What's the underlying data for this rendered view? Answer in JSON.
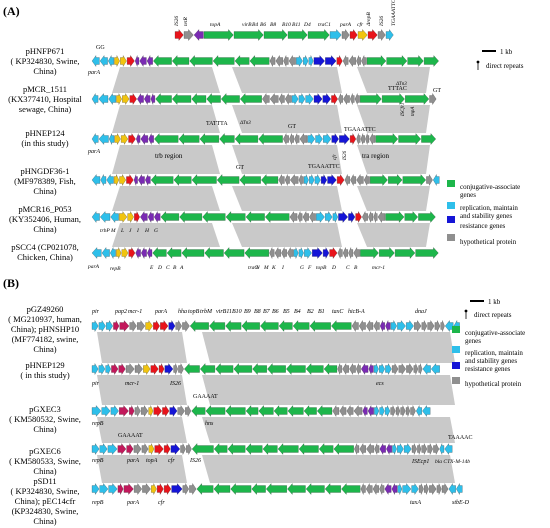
{
  "colors": {
    "conjugative": "#1db64b",
    "replication": "#2ebfea",
    "resistance": "#1515d6",
    "hypothetical": "#8f8f8f",
    "shade": "#c9c9c9",
    "red": "#e8141b",
    "yellow": "#f1c40f",
    "purple": "#7a2bb3",
    "magenta": "#c2185b",
    "orange": "#f08a24"
  },
  "panelA": {
    "label": "(A)",
    "scale_label": "1 kb",
    "repeat_label": "direct repeats",
    "legend": [
      {
        "label": "conjugative-associate genes",
        "color": "conjugative"
      },
      {
        "label": "replication, maintain and stability genes",
        "color": "replication"
      },
      {
        "label": "resistance genes",
        "color": "resistance"
      },
      {
        "label": "hypothetical protein",
        "color": "hypothetical"
      }
    ],
    "plasmids": [
      {
        "name": "pHNFP671",
        "lines": [
          "pHNFP671",
          "( KP324830, Swine,",
          "China)"
        ]
      },
      {
        "name": "pMCR_1511",
        "lines": [
          "pMCR_1511",
          "(KX377410, Hospital",
          "sewage, China)"
        ]
      },
      {
        "name": "pHNEP124",
        "lines": [
          "pHNEP124",
          "(in this study)"
        ]
      },
      {
        "name": "pHNGDF36-1",
        "lines": [
          "pHNGDF36-1",
          "(MF978389, Fish,",
          "China)"
        ]
      },
      {
        "name": "pMCR16_P053",
        "lines": [
          "pMCR16_P053",
          "(KY352406, Human,",
          "China)"
        ]
      },
      {
        "name": "pSCC4",
        "lines": [
          "pSCC4 (CP021078,",
          "Chicken, China)"
        ]
      }
    ],
    "top_genes": [
      "IS26",
      "tetR",
      "topA",
      "virB",
      "B4",
      "B6",
      "B8",
      "B10",
      "B11",
      "D4",
      "traC1",
      "parA",
      "cfr",
      "ΔrepB",
      "IS26",
      "TGAAATTC"
    ],
    "row1_labels": [
      "parA",
      "GG"
    ],
    "row2_labels": [
      "TTTAC",
      "ΔTn3",
      "GT",
      "ISCfr1",
      "tnpA"
    ],
    "row3_labels": [
      "parA",
      "trb region",
      "TATTTA",
      "ΔTn3",
      "GT",
      "TGAAATTC",
      "tra region",
      "cfr",
      "IS26"
    ],
    "row4_labels": [
      "GT",
      "TGAAATTC"
    ],
    "row6_labels": [
      "trbP",
      "M",
      "L",
      "J",
      "I",
      "H",
      "G",
      "parA",
      "repB",
      "E",
      "D",
      "C",
      "B",
      "A",
      "traO",
      "N",
      "M",
      "K",
      "I",
      "G",
      "F",
      "topB",
      "D",
      "C",
      "B",
      "mcr-1"
    ]
  },
  "panelB": {
    "label": "(B)",
    "scale_label": "1 kb",
    "repeat_label": "direct repeats",
    "legend": [
      {
        "label": "conjugative-associate genes",
        "color": "conjugative"
      },
      {
        "label": "replication, maintain and stability genes",
        "color": "replication"
      },
      {
        "label": "resistance genes",
        "color": "resistance"
      },
      {
        "label": "hypothetical protein",
        "color": "hypothetical"
      }
    ],
    "plasmids": [
      {
        "name": "pGZ49260",
        "lines": [
          "pGZ49260",
          "( MG210937, human,",
          "China); pHNSHP10",
          "(MF774182, swine,",
          "China)"
        ]
      },
      {
        "name": "pHNEP129",
        "lines": [
          "pHNEP129",
          "( in this study)"
        ]
      },
      {
        "name": "pGXEC3",
        "lines": [
          "pGXEC3",
          "( KM580532, Swine,",
          "China)"
        ]
      },
      {
        "name": "pGXEC6",
        "lines": [
          "pGXEC6",
          "( KM580533, Swine,",
          "China)"
        ]
      },
      {
        "name": "pSD11",
        "lines": [
          "pSD11",
          "( KP324830, Swine,",
          "China); pEC14cfr",
          "(KP324830, Swine,",
          "China)"
        ]
      }
    ],
    "top_genes": [
      "pir",
      "pap2",
      "mcr-1",
      "parA",
      "hha",
      "topB",
      "trbM",
      "virB11",
      "B10",
      "B9",
      "B8",
      "B7",
      "B6",
      "B5",
      "B4",
      "B2",
      "B1",
      "taxC",
      "hicB-A",
      "dnaJ"
    ],
    "row2_labels": [
      "pir",
      "mcr-1",
      "IS26",
      "ecs"
    ],
    "row3_labels": [
      "GAAAAT",
      "repB",
      "hns"
    ],
    "row4_labels": [
      "GAAAAT",
      "repB",
      "parA",
      "topA",
      "cfr",
      "IS26",
      "TAAAAC",
      "ISEcp1",
      "bla CTX-M-14b"
    ],
    "row5_labels": [
      "repB",
      "parA",
      "cfr",
      "taxA",
      "stbE-D"
    ]
  }
}
